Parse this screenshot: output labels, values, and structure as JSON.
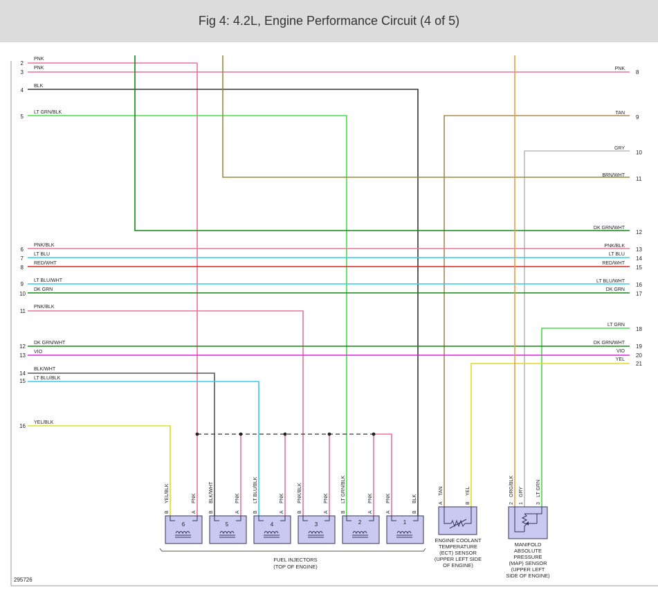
{
  "header": {
    "title": "Fig 4: 4.2L, Engine Performance Circuit (4 of 5)"
  },
  "diagram_id": "295726",
  "left_wires": [
    {
      "pin": "2",
      "label": "PNK",
      "color": "#e8739a"
    },
    {
      "pin": "3",
      "label": "PNK",
      "color": "#e8739a"
    },
    {
      "pin": "4",
      "label": "BLK",
      "color": "#333333"
    },
    {
      "pin": "5",
      "label": "LT GRN/BLK",
      "color": "#44dd44"
    },
    {
      "pin": "6",
      "label": "PNK/BLK",
      "color": "#e8739a"
    },
    {
      "pin": "7",
      "label": "LT BLU",
      "color": "#33ccee"
    },
    {
      "pin": "8",
      "label": "RED/WHT",
      "color": "#dd2222"
    },
    {
      "pin": "9",
      "label": "LT BLU/WHT",
      "color": "#33ccee"
    },
    {
      "pin": "10",
      "label": "DK GRN",
      "color": "#118811"
    },
    {
      "pin": "11",
      "label": "PNK/BLK",
      "color": "#e8739a"
    },
    {
      "pin": "12",
      "label": "DK GRN/WHT",
      "color": "#118811"
    },
    {
      "pin": "13",
      "label": "VIO",
      "color": "#dd22dd"
    },
    {
      "pin": "14",
      "label": "BLK/WHT",
      "color": "#555555"
    },
    {
      "pin": "15",
      "label": "LT BLU/BLK",
      "color": "#33ccee"
    },
    {
      "pin": "16",
      "label": "YEL/BLK",
      "color": "#dddd22"
    }
  ],
  "right_wires": [
    {
      "pin": "8",
      "label": "PNK",
      "color": "#e8739a"
    },
    {
      "pin": "9",
      "label": "TAN",
      "color": "#aa8855"
    },
    {
      "pin": "10",
      "label": "GRY",
      "color": "#bbbbbb"
    },
    {
      "pin": "11",
      "label": "BRN/WHT",
      "color": "#998844"
    },
    {
      "pin": "12",
      "label": "DK GRN/WHT",
      "color": "#118811"
    },
    {
      "pin": "13",
      "label": "PNK/BLK",
      "color": "#e8739a"
    },
    {
      "pin": "14",
      "label": "LT BLU",
      "color": "#33ccee"
    },
    {
      "pin": "15",
      "label": "RED/WHT",
      "color": "#dd2222"
    },
    {
      "pin": "16",
      "label": "LT BLU/WHT",
      "color": "#33ccee"
    },
    {
      "pin": "17",
      "label": "DK GRN",
      "color": "#118811"
    },
    {
      "pin": "18",
      "label": "LT GRN",
      "color": "#44dd44"
    },
    {
      "pin": "19",
      "label": "DK GRN/WHT",
      "color": "#118811"
    },
    {
      "pin": "20",
      "label": "VIO",
      "color": "#dd22dd"
    },
    {
      "pin": "21",
      "label": "YEL",
      "color": "#dddd22"
    }
  ],
  "injector_pins": [
    {
      "pin": "B",
      "label": "YEL/BLK"
    },
    {
      "pin": "A",
      "label": "PNK"
    },
    {
      "pin": "B",
      "label": "BLK/WHT"
    },
    {
      "pin": "A",
      "label": "PNK"
    },
    {
      "pin": "B",
      "label": "LT BLU/BLK"
    },
    {
      "pin": "A",
      "label": "PNK"
    },
    {
      "pin": "B",
      "label": "PNK/BLK"
    },
    {
      "pin": "A",
      "label": "PNK"
    },
    {
      "pin": "B",
      "label": "LT GRN/BLK"
    },
    {
      "pin": "A",
      "label": "PNK"
    },
    {
      "pin": "A",
      "label": "PNK"
    },
    {
      "pin": "B",
      "label": "BLK"
    }
  ],
  "injectors": [
    {
      "number": "6"
    },
    {
      "number": "5"
    },
    {
      "number": "4"
    },
    {
      "number": "3"
    },
    {
      "number": "2"
    },
    {
      "number": "1"
    }
  ],
  "injectors_caption": [
    "FUEL INJECTORS",
    "(TOP OF ENGINE)"
  ],
  "ect_sensor": {
    "pins": [
      {
        "pin": "A",
        "label": "TAN"
      },
      {
        "pin": "B",
        "label": "YEL"
      }
    ],
    "caption": [
      "ENGINE COOLANT",
      "TEMPERATURE",
      "(ECT) SENSOR",
      "(UPPER LEFT SIDE",
      "OF ENGINE)"
    ]
  },
  "map_sensor": {
    "pins": [
      {
        "pin": "2",
        "label": "ORG/BLK"
      },
      {
        "pin": "1",
        "label": "GRY"
      },
      {
        "pin": "3",
        "label": "LT GRN"
      }
    ],
    "caption": [
      "MANIFOLD",
      "ABSOLUTE",
      "PRESSURE",
      "(MAP) SENSOR",
      "(UPPER LEFT",
      "SIDE OF ENGINE)"
    ]
  }
}
